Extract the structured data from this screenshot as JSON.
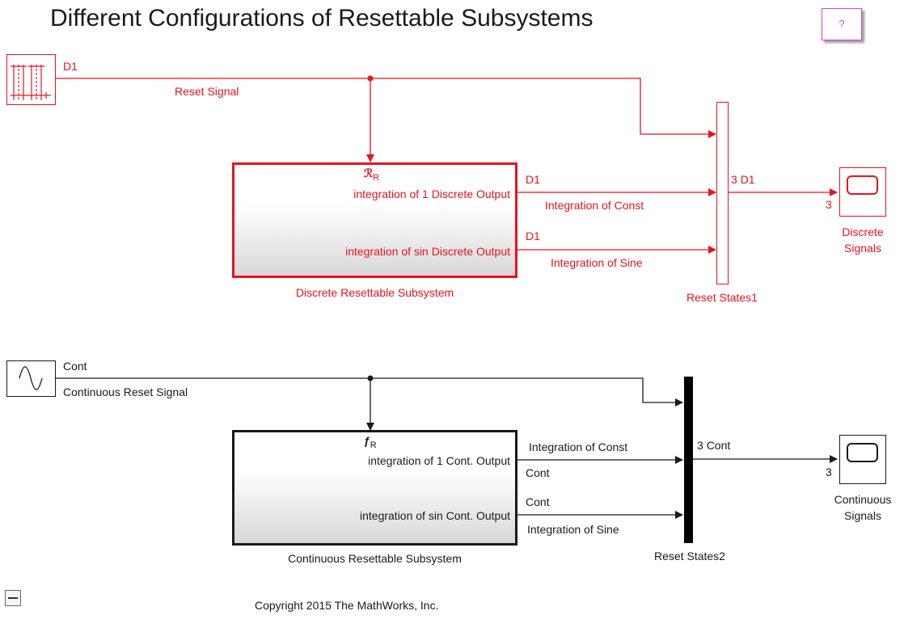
{
  "title": "Different Configurations of Resettable Subsystems",
  "help_button": "?",
  "copyright": "Copyright 2015 The MathWorks, Inc.",
  "colors": {
    "discrete": "#e8141e",
    "continuous": "#1a1a1a",
    "help": "#e040e0"
  },
  "discrete_section": {
    "source_block": {
      "icon": "pulse-generator-icon",
      "port_label": "D1"
    },
    "reset_signal_label": "Reset Signal",
    "subsystem": {
      "name": "Discrete Resettable Subsystem",
      "reset_icon": "ℛ",
      "reset_port": "R",
      "outputs": [
        "integration of 1 Discrete Output",
        "integration of sin Discrete Output"
      ]
    },
    "signals": [
      {
        "rate": "D1",
        "name": "Integration of Const"
      },
      {
        "rate": "D1",
        "name": "Integration of Sine"
      }
    ],
    "mux": {
      "name": "Reset States1",
      "output_dims": "3",
      "output_rate": "D1"
    },
    "scope": {
      "name_line1": "Discrete",
      "name_line2": "Signals",
      "input_dims": "3"
    }
  },
  "continuous_section": {
    "source_block": {
      "icon": "sine-wave-icon",
      "port_label": "Cont"
    },
    "reset_signal_label": "Continuous Reset Signal",
    "subsystem": {
      "name": "Continuous Resettable Subsystem",
      "reset_icon": "ƒ",
      "reset_port": "R",
      "outputs": [
        "integration of 1 Cont. Output",
        "integration of sin Cont. Output"
      ]
    },
    "signals": [
      {
        "rate": "Cont",
        "name": "Integration of Const"
      },
      {
        "rate": "Cont",
        "name": "Integration of Sine"
      }
    ],
    "mux": {
      "name": "Reset States2",
      "output_dims": "3",
      "output_rate": "Cont"
    },
    "scope": {
      "name_line1": "Continuous",
      "name_line2": "Signals",
      "input_dims": "3"
    }
  }
}
